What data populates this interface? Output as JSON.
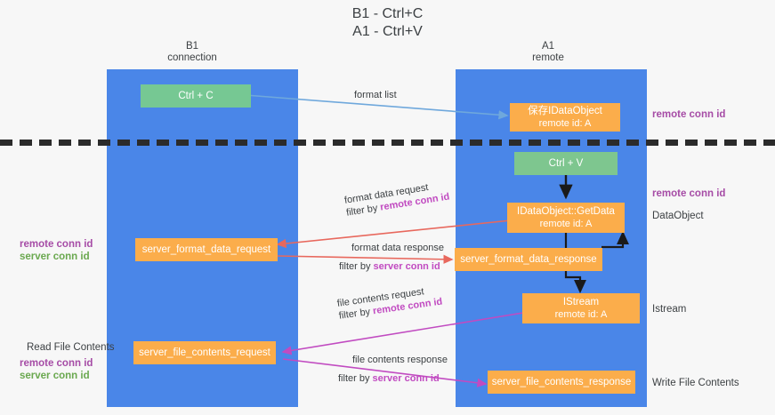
{
  "title": {
    "line1": "B1 - Ctrl+C",
    "line2": "A1 - Ctrl+V"
  },
  "columns": [
    {
      "id": "b1",
      "name": "B1",
      "role": "connection"
    },
    {
      "id": "a1",
      "name": "A1",
      "role": "remote"
    }
  ],
  "colors": {
    "lane": "#4a86e8",
    "green_node": "#76c893",
    "orange_node": "#fbad4b",
    "purple_text": "#a64ca6",
    "green_text": "#6aa84f",
    "red_arrow": "#e8685d",
    "magenta_arrow": "#c14bc1",
    "blue_arrow": "#6fa8dc",
    "black_arrow": "#1a1a1a",
    "divider": "#2b2b2b",
    "background": "#f7f7f7"
  },
  "nodes": {
    "ctrl_c": {
      "label": "Ctrl + C"
    },
    "save_idataobject": {
      "line1": "保存IDataObject",
      "line2": "remote id: A"
    },
    "ctrl_v": {
      "label": "Ctrl + V"
    },
    "getdata": {
      "line1": "IDataObject::GetData",
      "line2": "remote id: A"
    },
    "istream": {
      "line1": "IStream",
      "line2": "remote id: A"
    },
    "server_format_data_request": {
      "label": "server_format_data_request"
    },
    "server_format_data_response": {
      "label": "server_format_data_response"
    },
    "server_file_contents_request": {
      "label": "server_file_contents_request"
    },
    "server_file_contents_response": {
      "label": "server_file_contents_response"
    }
  },
  "annotations": {
    "right_remote_conn_id_top": "remote conn id",
    "right_remote_conn_id_mid": "remote conn id",
    "right_dataobject": "DataObject",
    "right_istream": "Istream",
    "right_write_file_contents": "Write File Contents",
    "left_remote_conn_id_mid": "remote conn id",
    "left_server_conn_id_mid": "server conn id",
    "left_read_file_contents": "Read File Contents",
    "left_remote_conn_id_bot": "remote conn id",
    "left_server_conn_id_bot": "server conn id"
  },
  "edges": [
    {
      "id": "format-list",
      "label": "format list",
      "filter_prefix": "",
      "filter_key": "",
      "color": "#6fa8dc"
    },
    {
      "id": "format-data-request",
      "label": "format data request",
      "filter_prefix": "filter by ",
      "filter_key": "remote conn id",
      "color": "#e8685d"
    },
    {
      "id": "format-data-response",
      "label": "format data response",
      "filter_prefix": "filter by ",
      "filter_key": "server conn id",
      "color": "#e8685d"
    },
    {
      "id": "file-contents-request",
      "label": "file contents request",
      "filter_prefix": "filter by ",
      "filter_key": "remote conn id",
      "color": "#c14bc1"
    },
    {
      "id": "file-contents-response",
      "label": "file contents response",
      "filter_prefix": "filter by ",
      "filter_key": "server conn id",
      "color": "#c14bc1"
    }
  ]
}
